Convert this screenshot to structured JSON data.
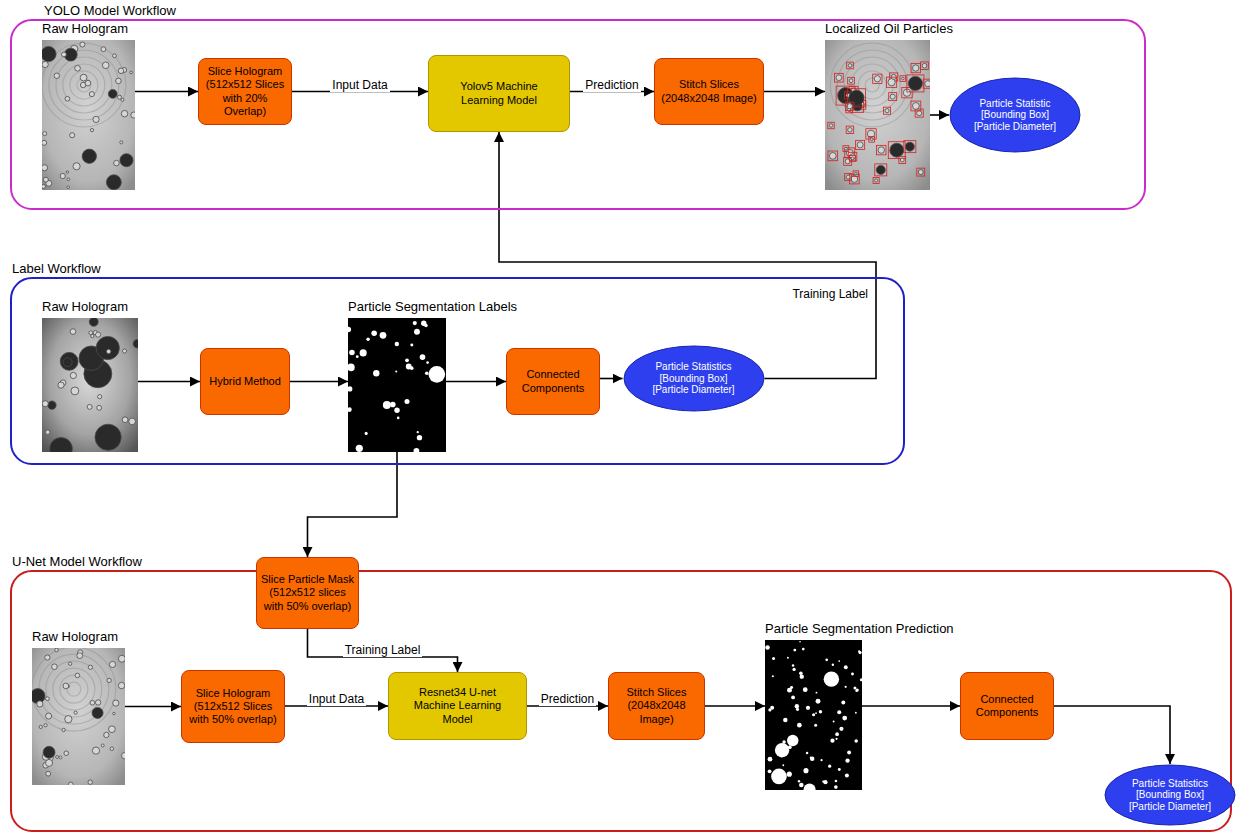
{
  "diagram": {
    "nodes": [
      {
        "text": [
          "YOLO Model Workflow"
        ]
      },
      {
        "text": [
          "Raw Hologram"
        ],
        "in": 0
      },
      {
        "text": [
          "Slice Hologram (512x512 Slices with 20% Overlap)"
        ],
        "in": 0
      },
      {
        "text": [
          "Yolov5 Machine Learning Model"
        ],
        "in": 0
      },
      {
        "text": [
          "Stitch Slices (2048x2048 Image)"
        ],
        "in": 0
      },
      {
        "text": [
          "Localized Oil Particles"
        ],
        "in": 0
      },
      {
        "text": [
          "Particle Statistic [Bounding Box] [Particle Diameter]"
        ],
        "in": 0
      },
      {
        "text": [
          "Label Workflow"
        ]
      },
      {
        "text": [
          "Raw Hologram"
        ],
        "in": 7
      },
      {
        "text": [
          "Hybrid Method"
        ],
        "in": 7
      },
      {
        "text": [
          "Particle Segmentation Labels"
        ],
        "in": 7
      },
      {
        "text": [
          "Connected Components"
        ],
        "in": 7
      },
      {
        "text": [
          "Particle Statistics [Bounding Box] [Particle Diameter]"
        ],
        "in": 7
      },
      {
        "text": [
          "U-Net Model Workflow"
        ]
      },
      {
        "text": [
          "Slice Particle Mask (512x512 slices with 50% overlap)"
        ],
        "in": 13
      },
      {
        "text": [
          "Raw Hologram"
        ],
        "in": 13
      },
      {
        "text": [
          "Slice Hologram (512x512 Slices with 50% overlap)"
        ],
        "in": 13
      },
      {
        "text": [
          "Resnet34 U-net Machine Learning Model"
        ],
        "in": 13
      },
      {
        "text": [
          "Stitch Slices (2048x2048 Image)"
        ],
        "in": 13
      },
      {
        "text": [
          "Particle Segmentation Prediction"
        ],
        "in": 13
      },
      {
        "text": [
          "Connected Components"
        ],
        "in": 13
      },
      {
        "text": [
          "Particle Statistics [Bounding Box] [Particle Diameter]"
        ],
        "in": 13
      }
    ],
    "edges": [
      {
        "from": 1,
        "to": 2,
        "arrow": "to"
      },
      {
        "from": 2,
        "to": 3,
        "label": "Input Data",
        "arrow": "to"
      },
      {
        "from": 3,
        "to": 4,
        "label": "Prediction",
        "arrow": "to"
      },
      {
        "from": 4,
        "to": 5,
        "arrow": "to"
      },
      {
        "from": 5,
        "to": 6,
        "arrow": "to"
      },
      {
        "from": 8,
        "to": 9,
        "arrow": "to"
      },
      {
        "from": 9,
        "to": 10,
        "arrow": "to"
      },
      {
        "from": 10,
        "to": 11,
        "arrow": "to"
      },
      {
        "from": 11,
        "to": 12,
        "arrow": "to"
      },
      {
        "from": 12,
        "to": 3,
        "label": "Training Label",
        "arrow": "to"
      },
      {
        "from": 10,
        "to": 14,
        "arrow": "to"
      },
      {
        "from": 14,
        "to": 17,
        "label": "Training Label",
        "arrow": "to"
      },
      {
        "from": 15,
        "to": 16,
        "arrow": "to"
      },
      {
        "from": 16,
        "to": 17,
        "label": "Input Data",
        "arrow": "to"
      },
      {
        "from": 17,
        "to": 18,
        "label": "Prediction",
        "arrow": "to"
      },
      {
        "from": 18,
        "to": 19,
        "arrow": "to"
      },
      {
        "from": 19,
        "to": 20,
        "arrow": "to"
      },
      {
        "from": 20,
        "to": 21,
        "arrow": "to"
      }
    ]
  }
}
